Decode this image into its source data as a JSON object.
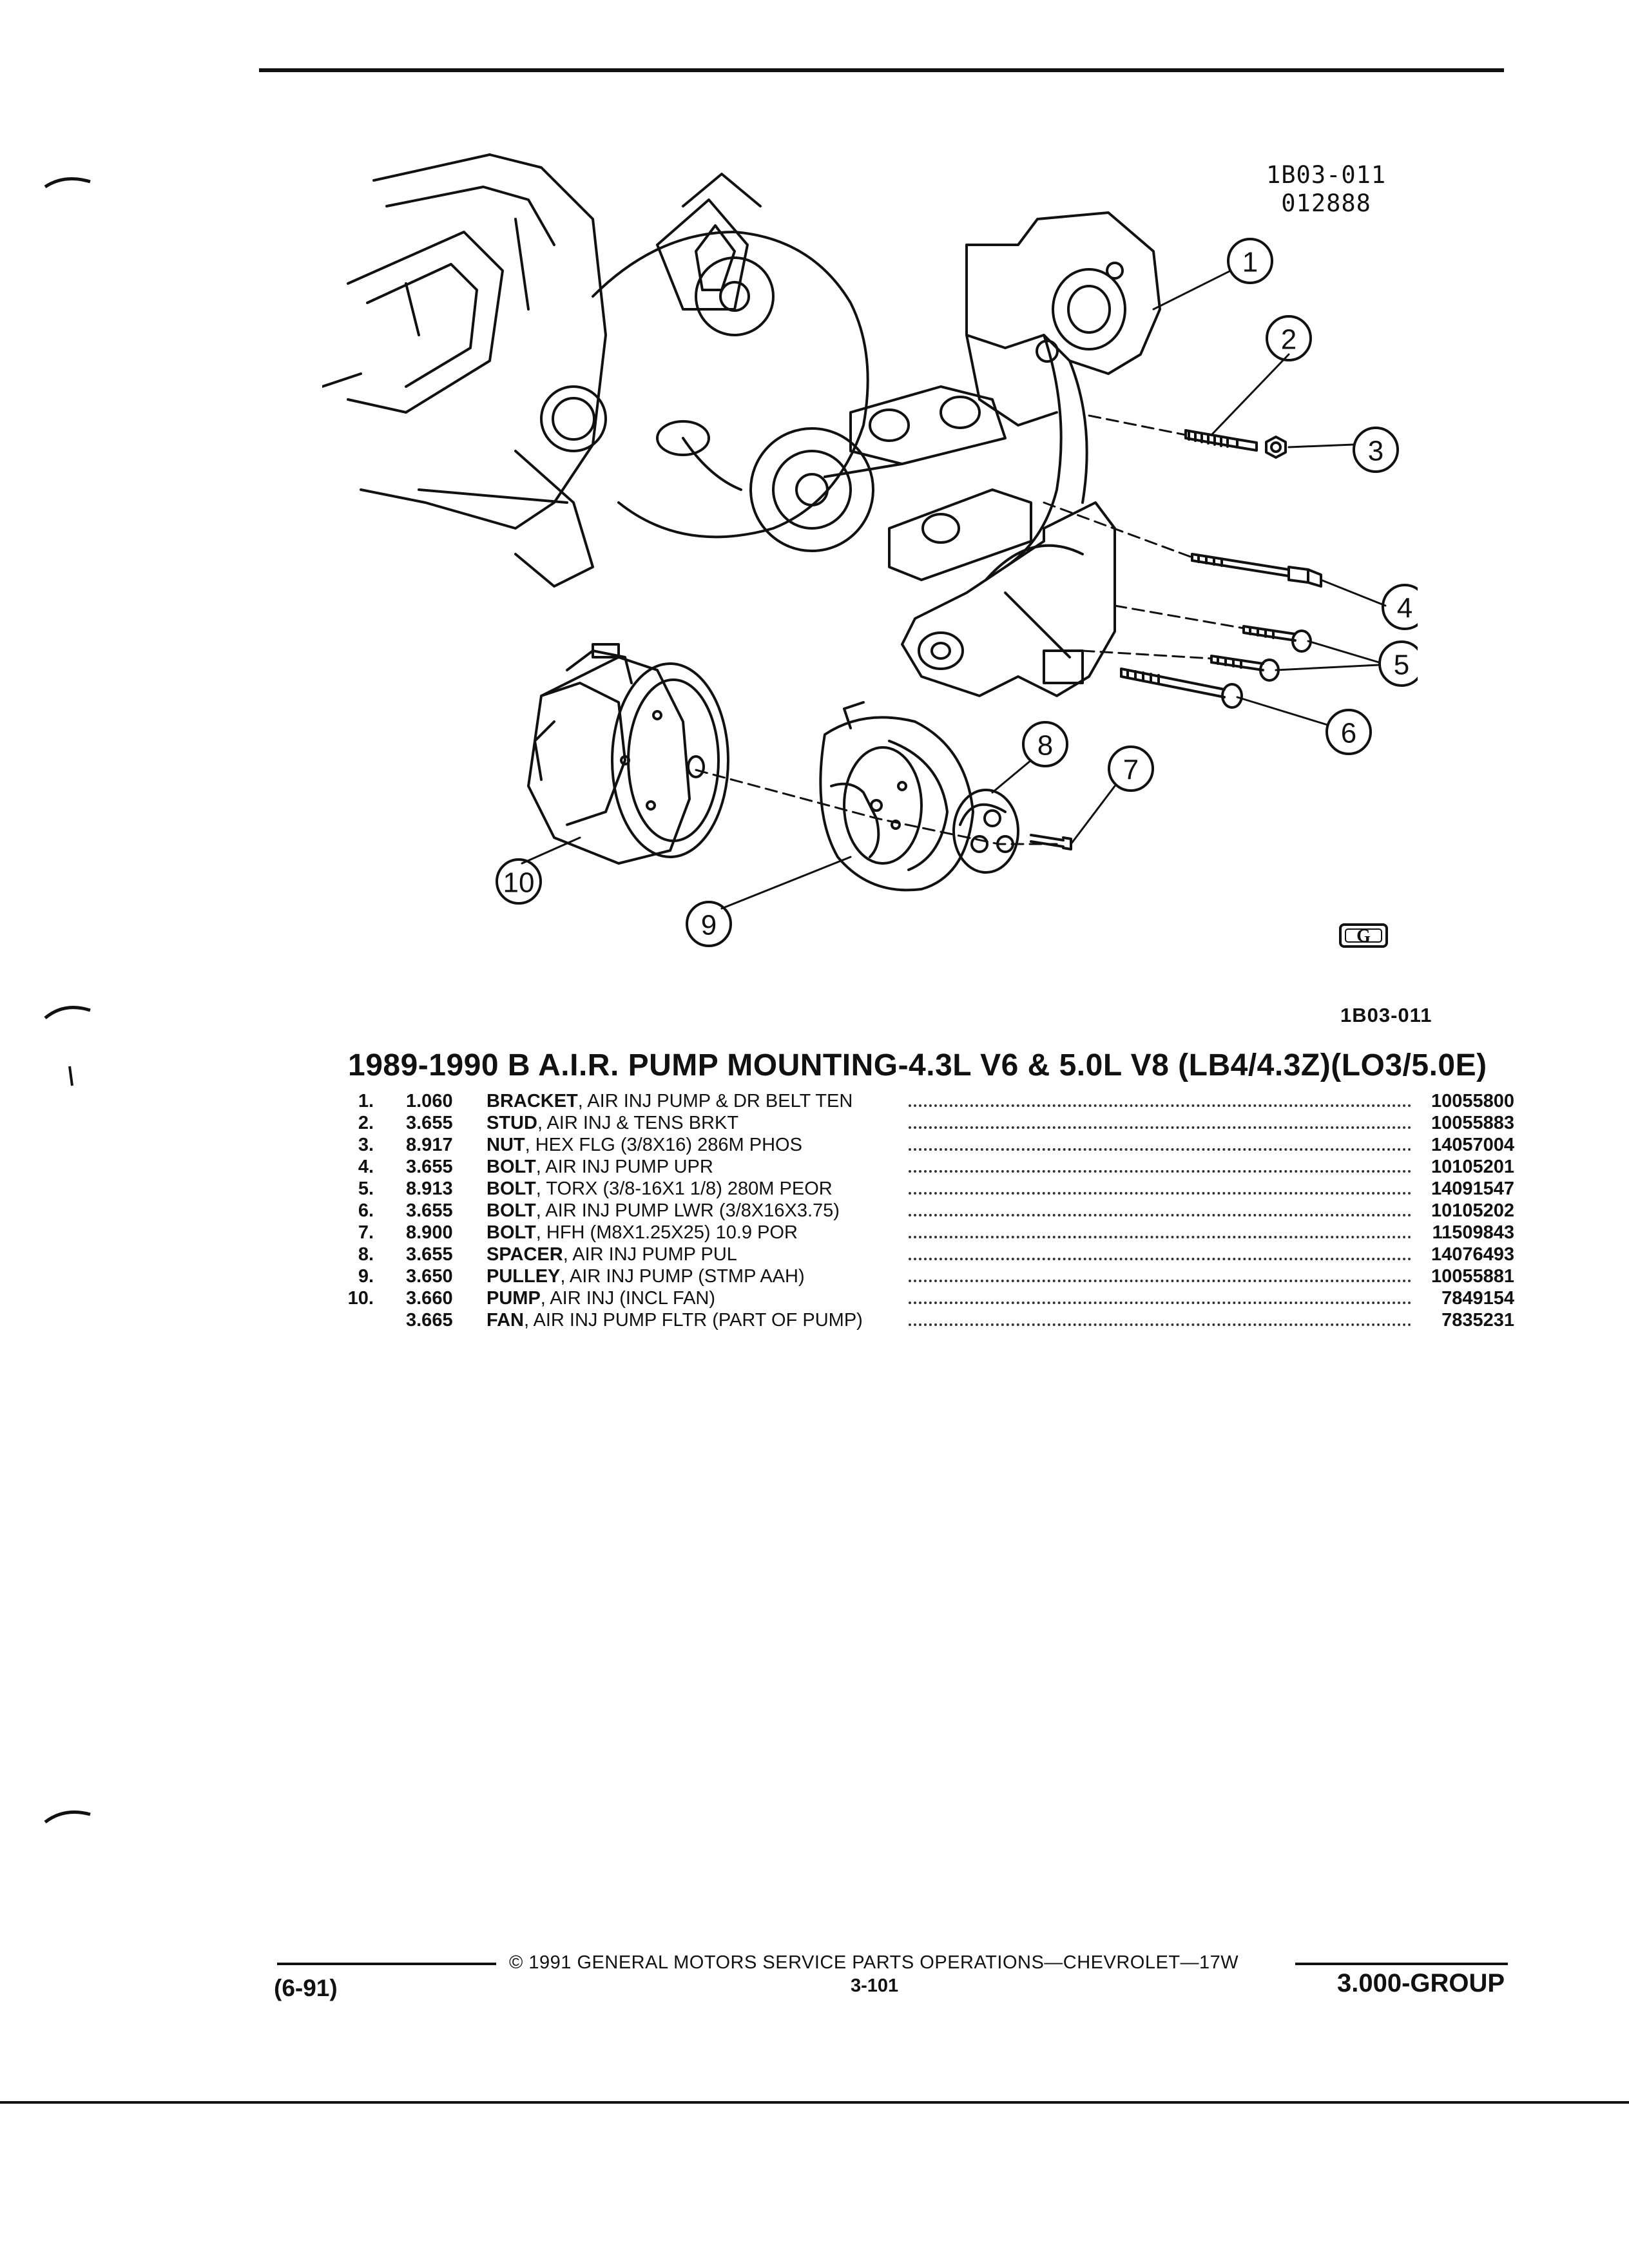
{
  "figure": {
    "code_line1": "1B03-011",
    "code_line2": "012888",
    "bottom_id": "1B03-011",
    "logo_glyph": "G",
    "callouts": [
      "1",
      "2",
      "3",
      "4",
      "5",
      "6",
      "7",
      "8",
      "9",
      "10"
    ]
  },
  "section": {
    "title": "1989-1990 B A.I.R. PUMP MOUNTING-4.3L V6 & 5.0L V8 (LB4/4.3Z)(LO3/5.0E)"
  },
  "parts": [
    {
      "idx": "1.",
      "code": "1.060",
      "name": "BRACKET",
      "desc": ", AIR INJ PUMP & DR BELT TEN",
      "pn": "10055800"
    },
    {
      "idx": "2.",
      "code": "3.655",
      "name": "STUD",
      "desc": ", AIR INJ & TENS BRKT",
      "pn": "10055883"
    },
    {
      "idx": "3.",
      "code": "8.917",
      "name": "NUT",
      "desc": ", HEX FLG (3/8X16) 286M PHOS",
      "pn": "14057004"
    },
    {
      "idx": "4.",
      "code": "3.655",
      "name": "BOLT",
      "desc": ", AIR INJ PUMP UPR",
      "pn": "10105201"
    },
    {
      "idx": "5.",
      "code": "8.913",
      "name": "BOLT",
      "desc": ", TORX (3/8-16X1 1/8) 280M PEOR",
      "pn": "14091547"
    },
    {
      "idx": "6.",
      "code": "3.655",
      "name": "BOLT",
      "desc": ", AIR INJ PUMP LWR (3/8X16X3.75)",
      "pn": "10105202"
    },
    {
      "idx": "7.",
      "code": "8.900",
      "name": "BOLT",
      "desc": ", HFH (M8X1.25X25) 10.9 POR",
      "pn": "11509843"
    },
    {
      "idx": "8.",
      "code": "3.655",
      "name": "SPACER",
      "desc": ", AIR INJ PUMP PUL",
      "pn": "14076493"
    },
    {
      "idx": "9.",
      "code": "3.650",
      "name": "PULLEY",
      "desc": ", AIR INJ PUMP (STMP AAH)",
      "pn": "10055881"
    },
    {
      "idx": "10.",
      "code": "3.660",
      "name": "PUMP",
      "desc": ", AIR INJ (INCL FAN)",
      "pn": "7849154"
    },
    {
      "idx": "",
      "code": "3.665",
      "name": "FAN",
      "desc": ", AIR INJ PUMP FLTR (PART OF PUMP)",
      "pn": "7835231"
    }
  ],
  "footer": {
    "copyright": "© 1991 GENERAL MOTORS SERVICE PARTS OPERATIONS—CHEVROLET—17W",
    "page": "3-101",
    "date": "(6-91)",
    "group": "3.000-GROUP"
  }
}
